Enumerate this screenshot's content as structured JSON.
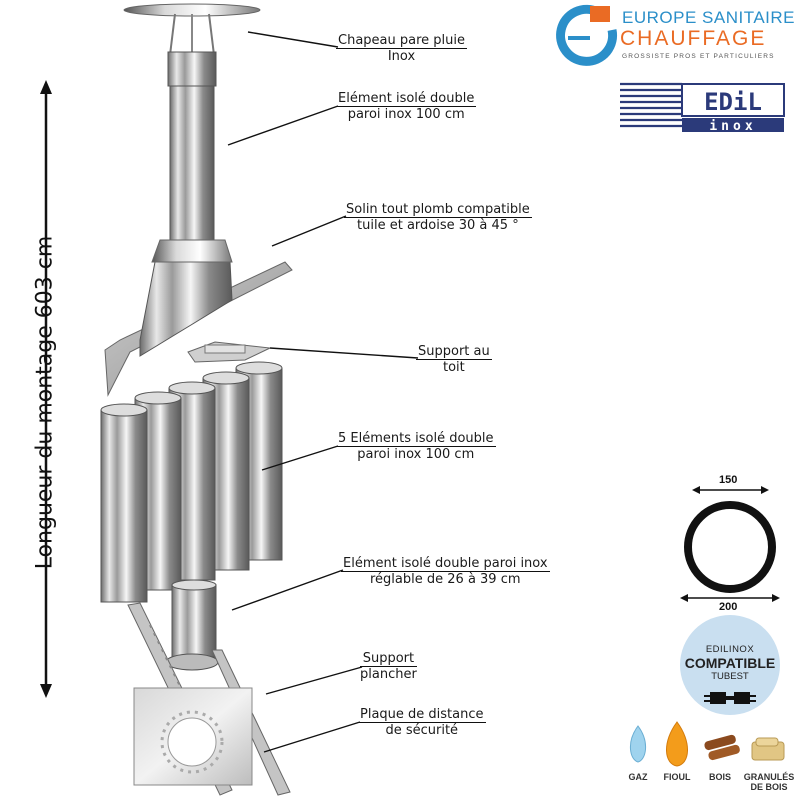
{
  "labels": {
    "hat": [
      "Chapeau pare pluie",
      "Inox"
    ],
    "element_top": [
      "Elément isolé double",
      "paroi inox 100 cm"
    ],
    "solin": [
      "Solin tout plomb compatible",
      "tuile et ardoise 30 à 45 °"
    ],
    "support_toit": [
      "Support au",
      "toit"
    ],
    "five_elements": [
      "5 Eléments isolé double",
      "paroi inox 100 cm"
    ],
    "adjustable": [
      "Elément isolé double paroi inox",
      "réglable de 26 à 39 cm"
    ],
    "support_plancher": [
      "Support",
      "plancher"
    ],
    "plaque": [
      "Plaque de distance",
      "de sécurité"
    ]
  },
  "length_label": "Longueur du montage  603 cm",
  "brand": {
    "line1": "EUROPE SANITAIRE",
    "line2": "CHAUFFAGE",
    "line3": "GROSSISTE PROS ET PARTICULIERS",
    "edil_top": "EDiL",
    "edil_bottom": "inox"
  },
  "diameter": {
    "outer": "200",
    "inner": "150"
  },
  "compat_badge": {
    "line1": "EDILINOX",
    "line2": "COMPATIBLE",
    "line3": "TUBEST"
  },
  "fuels": [
    "GAZ",
    "FIOUL",
    "BOIS",
    "GRANULÉS DE BOIS"
  ],
  "colors": {
    "blue": "#2b8fc9",
    "orange": "#ea6b24",
    "navy": "#2b3a7a",
    "badge": "#c9dff0"
  }
}
